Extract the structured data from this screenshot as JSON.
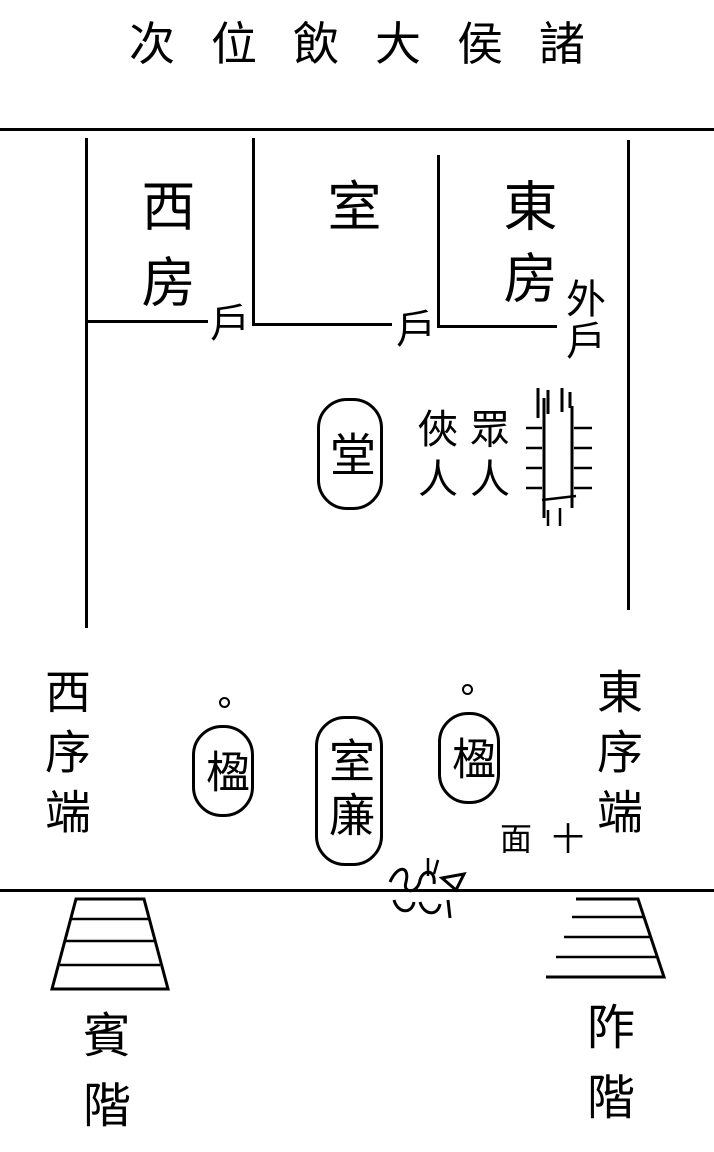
{
  "title": "諸侯大飲位次",
  "rooms": {
    "west_room": "西房",
    "chamber": "室",
    "east_room": "東房",
    "door": "戶",
    "outer_door": "外戶"
  },
  "hall": {
    "tang": "堂",
    "label_a": "眾人",
    "label_b": "俠人",
    "pillar": "楹",
    "lian": "室廉"
  },
  "sides": {
    "west_xu": "西序端",
    "east_xu": "東序端",
    "east_note": "面十"
  },
  "stairs": {
    "west": "賓階",
    "east": "阼階"
  }
}
